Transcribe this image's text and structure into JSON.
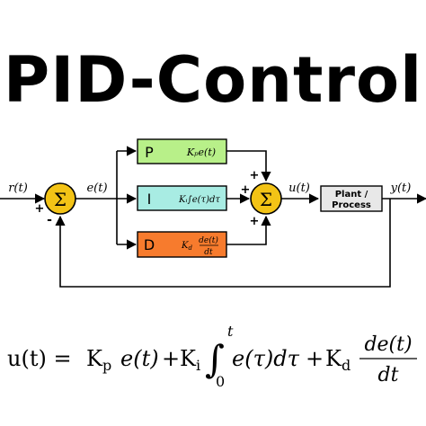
{
  "title": "PID-Control",
  "signals": {
    "input": "r(t)",
    "error": "e(t)",
    "control": "u(t)",
    "output": "y(t)"
  },
  "summing_junction": {
    "symbol": "Σ"
  },
  "blocks": {
    "p": {
      "label": "P",
      "expr": "Kₚe(t)",
      "color": "#b8f089"
    },
    "i": {
      "label": "I",
      "expr": "Kᵢ∫e(τ)dτ",
      "color": "#a8ece3"
    },
    "d": {
      "label": "D",
      "expr_num": "de(t)",
      "expr_den": "dt",
      "expr_coef": "K_d",
      "color": "#f77b2d"
    },
    "plant": {
      "line1": "Plant /",
      "line2": "Process",
      "color": "#e8e8e8"
    }
  },
  "signs": {
    "sum1_plus": "+",
    "sum1_minus": "-",
    "sum2_plus_top": "+",
    "sum2_plus_left": "+",
    "sum2_plus_bottom": "+"
  },
  "formula": {
    "lhs": "u(t) =",
    "kp": "K",
    "kp_sub": "p",
    "e_t": "e(t)",
    "plus1": "+",
    "ki": "K",
    "ki_sub": "i",
    "int_upper": "t",
    "int_lower": "0",
    "integrand": "e(τ)dτ",
    "plus2": "+",
    "kd": "K",
    "kd_sub": "d",
    "frac_num": "de(t)",
    "frac_den": "dt"
  }
}
